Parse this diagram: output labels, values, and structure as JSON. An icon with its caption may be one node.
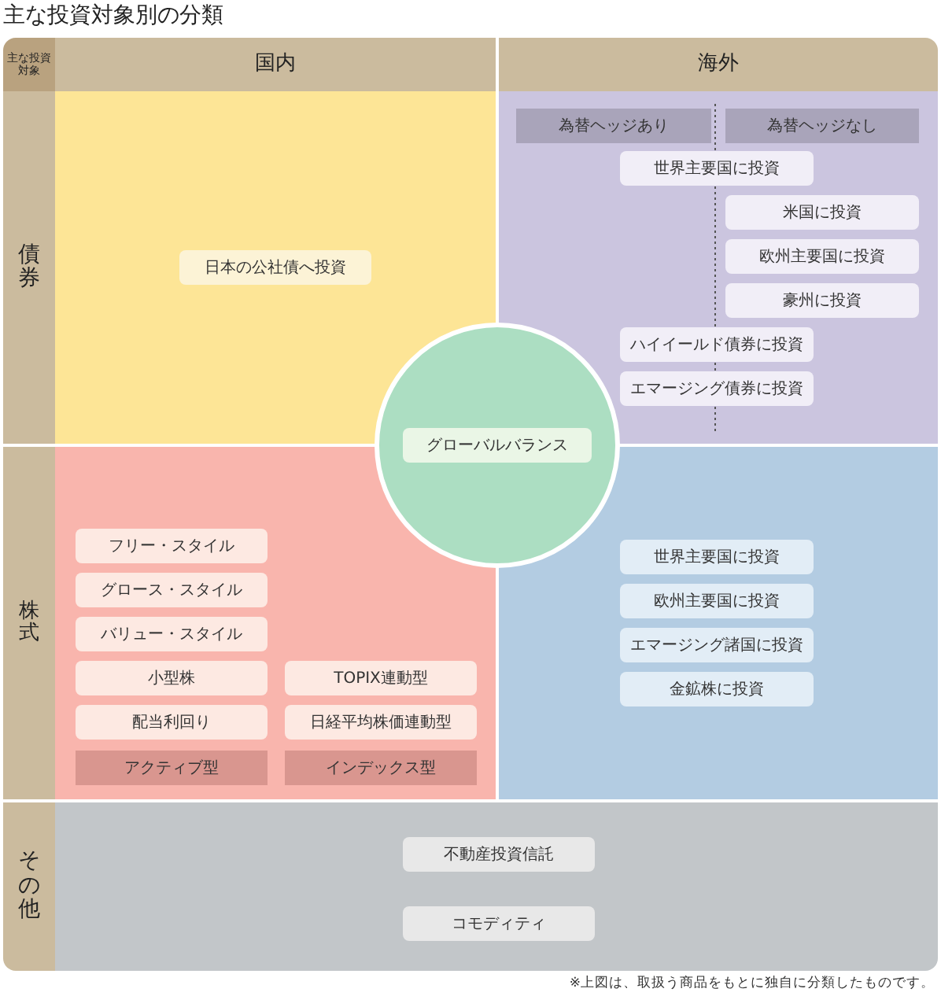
{
  "diagram": {
    "title": "主な投資対象別の分類",
    "nodes": [
      {
        "text": [],
        "shape": "box"
      },
      {
        "text": [
          "日本の公社債へ投資"
        ],
        "in": 0
      },
      {
        "text": [],
        "shape": "box"
      },
      {
        "text": [
          "為替ヘッジあり"
        ],
        "in": 2
      },
      {
        "text": [
          "為替ヘッジなし"
        ],
        "in": 2
      },
      {
        "text": [
          "世界主要国に投資"
        ],
        "in": 2
      },
      {
        "text": [
          "米国に投資"
        ],
        "in": 2
      },
      {
        "text": [
          "欧州主要国に投資"
        ],
        "in": 2
      },
      {
        "text": [
          "豪州に投資"
        ],
        "in": 2
      },
      {
        "text": [
          "ハイイールド債券に投資"
        ],
        "in": 2
      },
      {
        "text": [
          "エマージング債券に投資"
        ],
        "in": 2
      },
      {
        "text": [],
        "shape": "box"
      },
      {
        "text": [
          "フリー・スタイル"
        ],
        "in": 11
      },
      {
        "text": [
          "グロース・スタイル"
        ],
        "in": 11
      },
      {
        "text": [
          "バリュー・スタイル"
        ],
        "in": 11
      },
      {
        "text": [
          "小型株"
        ],
        "in": 11
      },
      {
        "text": [
          "TOPIX連動型"
        ],
        "in": 11
      },
      {
        "text": [
          "配当利回り"
        ],
        "in": 11
      },
      {
        "text": [
          "日経平均株価連動型"
        ],
        "in": 11
      },
      {
        "text": [
          "アクティブ型"
        ],
        "in": 11
      },
      {
        "text": [
          "インデックス型"
        ],
        "in": 11
      },
      {
        "text": [],
        "shape": "box"
      },
      {
        "text": [
          "世界主要国に投資"
        ],
        "in": 21
      },
      {
        "text": [
          "欧州主要国に投資"
        ],
        "in": 21
      },
      {
        "text": [
          "エマージング諸国に投資"
        ],
        "in": 21
      },
      {
        "text": [
          "金鉱株に投資"
        ],
        "in": 21
      },
      {
        "text": [],
        "shape": "circle"
      },
      {
        "text": [
          "グローバルバランス"
        ],
        "in": 26
      },
      {
        "text": [],
        "shape": "box"
      },
      {
        "text": [
          "不動産投資信託"
        ],
        "in": 28
      },
      {
        "text": [
          "コモディティ"
        ],
        "in": 28
      }
    ],
    "labels": [
      "主な投資対象",
      "国内",
      "海外",
      "債券",
      "株式",
      "その他",
      "※上図は、取扱う商品をもとに独自に分類したものです。"
    ]
  }
}
